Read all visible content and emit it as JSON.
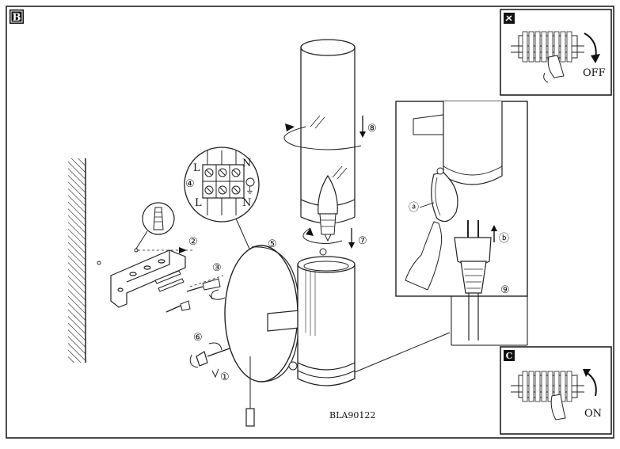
{
  "section_label": "B",
  "inset_top": {
    "icon": "breaker-off-icon",
    "label": "OFF"
  },
  "inset_bottom": {
    "label": "C",
    "icon": "breaker-on-icon",
    "state": "ON"
  },
  "steps": [
    "①",
    "②",
    "③",
    "④",
    "⑤",
    "⑥",
    "⑦",
    "⑧",
    "⑨"
  ],
  "sub_labels": {
    "a": "ⓐ",
    "b": "ⓑ"
  },
  "terminal": {
    "top_left": "L",
    "top_right": "N",
    "bottom_left": "L",
    "bottom_right": "N",
    "ground": "⏚"
  },
  "model_code": "BLA90122"
}
